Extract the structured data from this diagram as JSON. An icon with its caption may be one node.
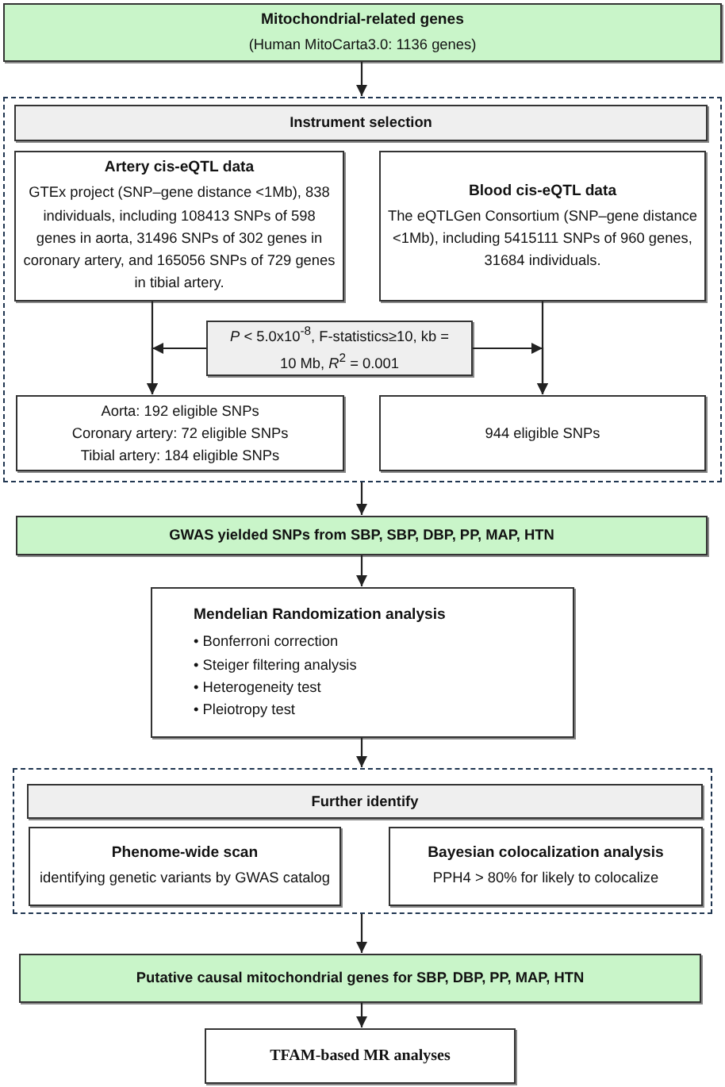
{
  "diagram": {
    "nodes": [
      {
        "text": [
          "Mitochondrial-related genes",
          "(Human MitoCarta3.0: 1136 genes)"
        ]
      },
      {
        "text": [],
        "shape": "box"
      },
      {
        "text": [
          "Instrument selection"
        ],
        "in": 1
      },
      {
        "text": [
          "Artery cis-eQTL data",
          "GTEx project (SNP–gene distance <1Mb), 838 individuals, including 108413 SNPs of 598 genes in aorta, 31496 SNPs of 302 genes in coronary artery, and 165056 SNPs of 729 genes in tibial artery."
        ],
        "in": 1
      },
      {
        "text": [
          "Blood cis-eQTL data",
          "The eQTLGen Consortium (SNP–gene distance <1Mb), including 5415111 SNPs of 960 genes, 31684 individuals."
        ],
        "in": 1
      },
      {
        "text": [
          "*P* < 5.0x10$^{-8}$, F-statistics≥10, kb = 10 Mb, *R*$^{2}$ = 0.001"
        ],
        "in": 1
      },
      {
        "text": [
          "Aorta: 192 eligible SNPs",
          "Coronary artery: 72 eligible SNPs",
          "Tibial artery: 184 eligible SNPs"
        ],
        "in": 1
      },
      {
        "text": [
          "944 eligible SNPs"
        ],
        "in": 1
      },
      {
        "text": [
          "GWAS yielded SNPs from SBP, SBP, DBP, PP, MAP, HTN"
        ]
      },
      {
        "text": [
          "Mendelian Randomization analysis",
          "• Bonferroni correction",
          "• Steiger filtering analysis",
          "• Heterogeneity test",
          "• Pleiotropy test"
        ]
      },
      {
        "text": [],
        "shape": "box"
      },
      {
        "text": [
          "Further identify"
        ],
        "in": 10
      },
      {
        "text": [
          "Phenome-wide scan",
          "identifying genetic variants by GWAS catalog"
        ],
        "in": 10
      },
      {
        "text": [
          "Bayesian colocalization analysis",
          "PPH4 > 80% for likely to colocalize"
        ],
        "in": 10
      },
      {
        "text": [
          "Putative causal mitochondrial genes for SBP, DBP, PP, MAP, HTN"
        ]
      },
      {
        "text": [
          "TFAM-based MR analyses"
        ]
      }
    ],
    "edges": [
      {
        "from": 0,
        "to": 1,
        "arrow": "to"
      },
      {
        "from": 3,
        "to": 6,
        "arrow": "to"
      },
      {
        "from": 4,
        "to": 7,
        "arrow": "to"
      },
      {
        "from": 5,
        "to": 6,
        "arrow": "to"
      },
      {
        "from": 5,
        "to": 7,
        "arrow": "to"
      },
      {
        "from": 1,
        "to": 8,
        "arrow": "to"
      },
      {
        "from": 8,
        "to": 9,
        "arrow": "to"
      },
      {
        "from": 9,
        "to": 10,
        "arrow": "to"
      },
      {
        "from": 10,
        "to": 14,
        "arrow": "to"
      },
      {
        "from": 14,
        "to": 15,
        "arrow": "to"
      }
    ]
  }
}
